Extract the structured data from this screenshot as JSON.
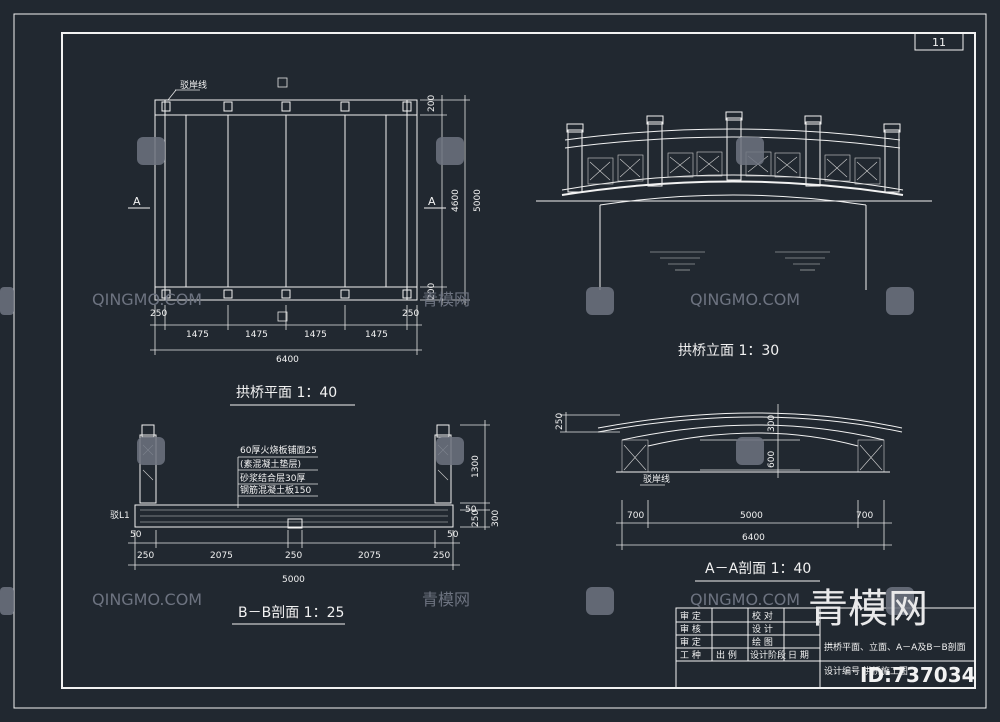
{
  "sheet_number": "11",
  "plan": {
    "title": "拱桥平面  1：40",
    "edge_label": "驳岸线",
    "section_marker_left": "A",
    "section_marker_right": "A",
    "bottom_dims": [
      "250",
      "1475",
      "1475",
      "1475",
      "1475",
      "250"
    ],
    "total_dim": "6400",
    "right_dims": [
      "200",
      "4600",
      "200"
    ],
    "right_total": "5000"
  },
  "elevation": {
    "title": "拱桥立面  1：30"
  },
  "section_bb": {
    "title": "B－B剖面  1：25",
    "layers": [
      "60厚火烧板铺面25",
      "(素混凝土垫层)",
      "砂浆结合层30厚",
      "钢筋混凝土板150"
    ],
    "left_tag": "驳L1",
    "bottom_dims": [
      "250",
      "2075",
      "250",
      "2075",
      "250"
    ],
    "small_dims": [
      "50",
      "50"
    ],
    "total_dim": "5000",
    "right_dims": [
      "1300",
      "50",
      "250",
      "300"
    ]
  },
  "section_aa": {
    "title": "A－A剖面  1：40",
    "edge_label": "驳岸线",
    "top_dim": "250",
    "mid_dims": [
      "300",
      "600"
    ],
    "bottom_dims": [
      "700",
      "5000",
      "700"
    ],
    "total_dim": "6400"
  },
  "title_block": {
    "rows": [
      [
        "审 定",
        "",
        "校 对",
        ""
      ],
      [
        "审 核",
        "",
        "设 计",
        ""
      ],
      [
        "审 定",
        "",
        "绘 图",
        ""
      ],
      [
        "工  种",
        "出  例",
        "设计阶段",
        "日  期"
      ]
    ],
    "drawing_name": "拱桥平面、立面、A－A及B－B剖面",
    "drawing_no": "设计编号 拱桥施工图"
  },
  "watermarks": {
    "text_en": "QINGMO.COM",
    "text_cn": "青模网",
    "brand": "青模网",
    "id_text": "ID:737034"
  }
}
